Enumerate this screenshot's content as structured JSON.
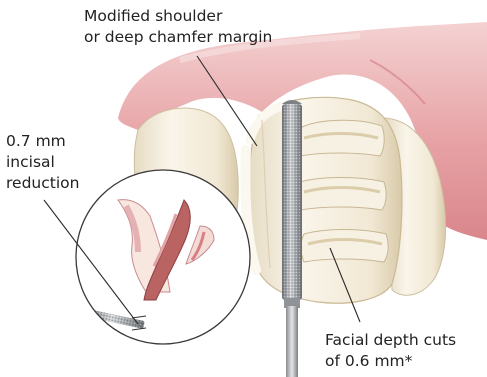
{
  "labels": {
    "margin": {
      "line1": "Modified shoulder",
      "line2": "or deep chamfer margin"
    },
    "incisal": {
      "line1": "0.7 mm",
      "line2": "incisal",
      "line3": "reduction"
    },
    "facial": {
      "line1": "Facial depth cuts",
      "line2": "of 0.6 mm*"
    }
  },
  "colors": {
    "gum": "#e9a3a6",
    "gum_light": "#f3cfd0",
    "tooth": "#f6efdf",
    "tooth_shadow": "#dccfb4",
    "bur_steel": "#a4a7ab",
    "callout_line": "#2a2a2a",
    "text": "#222222"
  }
}
